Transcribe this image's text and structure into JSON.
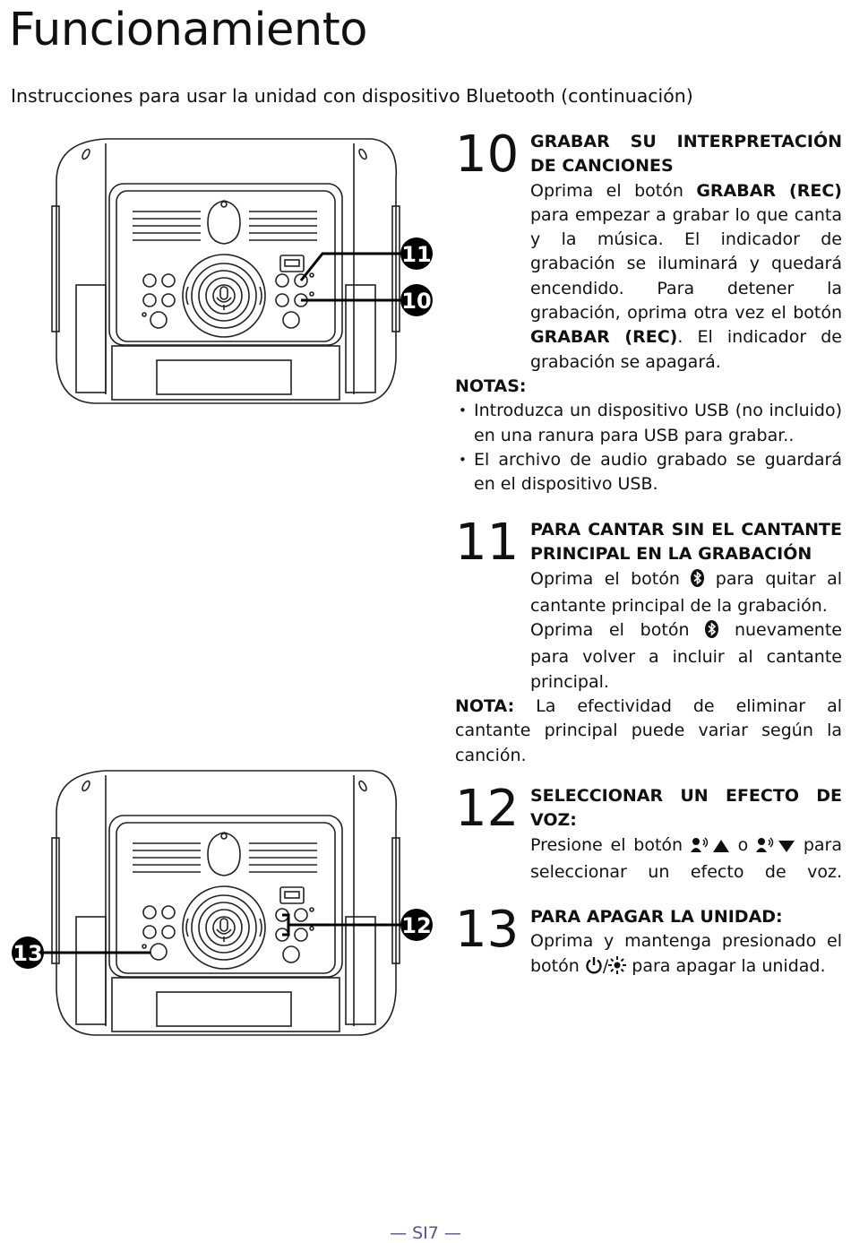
{
  "page": {
    "title": "Funcionamiento",
    "subtitle": "Instrucciones para usar la unidad con dispositivo Bluetooth (continuación)",
    "page_number": "— SI7 —"
  },
  "figures": {
    "top": {
      "callouts": [
        "11",
        "10"
      ]
    },
    "bottom": {
      "callouts": [
        "13",
        "12"
      ]
    }
  },
  "steps": [
    {
      "number": "10",
      "heading": "GRABAR SU INTERPRETACIÓN DE CANCIONES",
      "t1": "Oprima el botón ",
      "b1": "GRABAR (REC)",
      "t2": " para empezar a grabar lo que canta y la música. El indicador de grabación se iluminará y quedará encendido. Para detener la grabación, oprima otra vez el botón ",
      "b2": "GRABAR (REC)",
      "t3": ". El indicador de grabación se apagará.",
      "notes_label": "NOTAS:",
      "notes": [
        "Introduzca un dispositivo USB (no incluido) en una ranura para USB para grabar..",
        "El archivo de audio grabado se guardará en el dispositivo USB."
      ]
    },
    {
      "number": "11",
      "heading": "PARA CANTAR SIN EL CANTANTE PRINCIPAL EN LA GRABACIÓN",
      "p1a": "Oprima el botón ",
      "p1b": " para quitar al cantante principal de la grabación.",
      "p2a": "Oprima el botón ",
      "p2b": " nuevamente para volver a incluir al cantante principal.",
      "note_label": "NOTA:",
      "note_text": " La efectividad de eliminar al cantante principal puede variar según la canción.",
      "icon": "bluetooth-icon"
    },
    {
      "number": "12",
      "heading": "SELECCIONAR UN EFECTO DE VOZ:",
      "t1": "Presione el botón ",
      "t2": " o ",
      "t3": " para seleccionar un efecto de voz.",
      "icons": [
        "voice-effect-up-icon",
        "voice-effect-down-icon"
      ]
    },
    {
      "number": "13",
      "heading": "PARA APAGAR LA UNIDAD:",
      "t1": "Oprima y mantenga presionado el botón ",
      "t2": "/",
      "t3": " para apagar la unidad.",
      "icons": [
        "power-icon",
        "light-icon"
      ]
    }
  ],
  "colors": {
    "text": "#111111",
    "footer": "#5b4f98"
  }
}
